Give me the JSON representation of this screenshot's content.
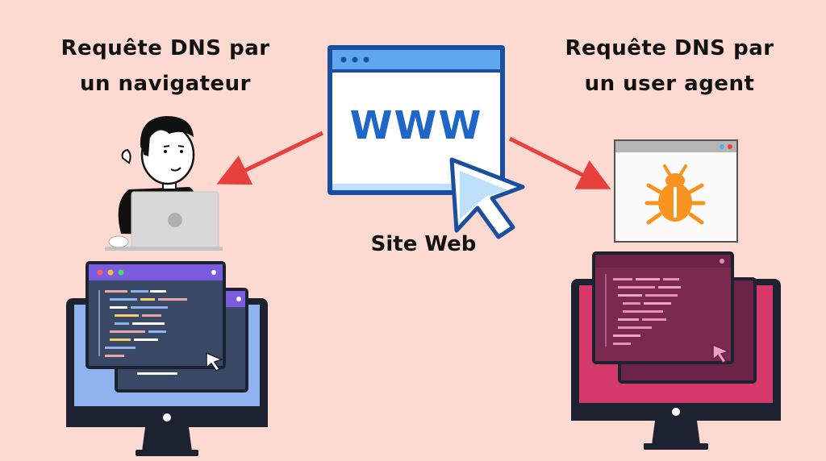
{
  "titles": {
    "left": [
      "Requête DNS par",
      "un navigateur"
    ],
    "right": [
      "Requête DNS par",
      "un user agent"
    ],
    "center": "Site Web"
  },
  "browser_window": {
    "text": "WWW"
  },
  "icons": {
    "browser": "browser-window-icon",
    "cursor": "mouse-pointer-icon",
    "person": "person-laptop-icon",
    "bug": "bug-icon",
    "left_monitor": "code-monitor-icon",
    "right_monitor": "code-monitor-icon"
  },
  "colors": {
    "background": "#fcd9d1",
    "arrow": "#e8403c",
    "www_blue": "#1e66c8",
    "left_monitor_frame": "#8fb3ee",
    "left_window_header": "#7a5ce0",
    "right_monitor_frame": "#d63a6b",
    "right_window": "#6b2346",
    "bug": "#f7931e"
  }
}
